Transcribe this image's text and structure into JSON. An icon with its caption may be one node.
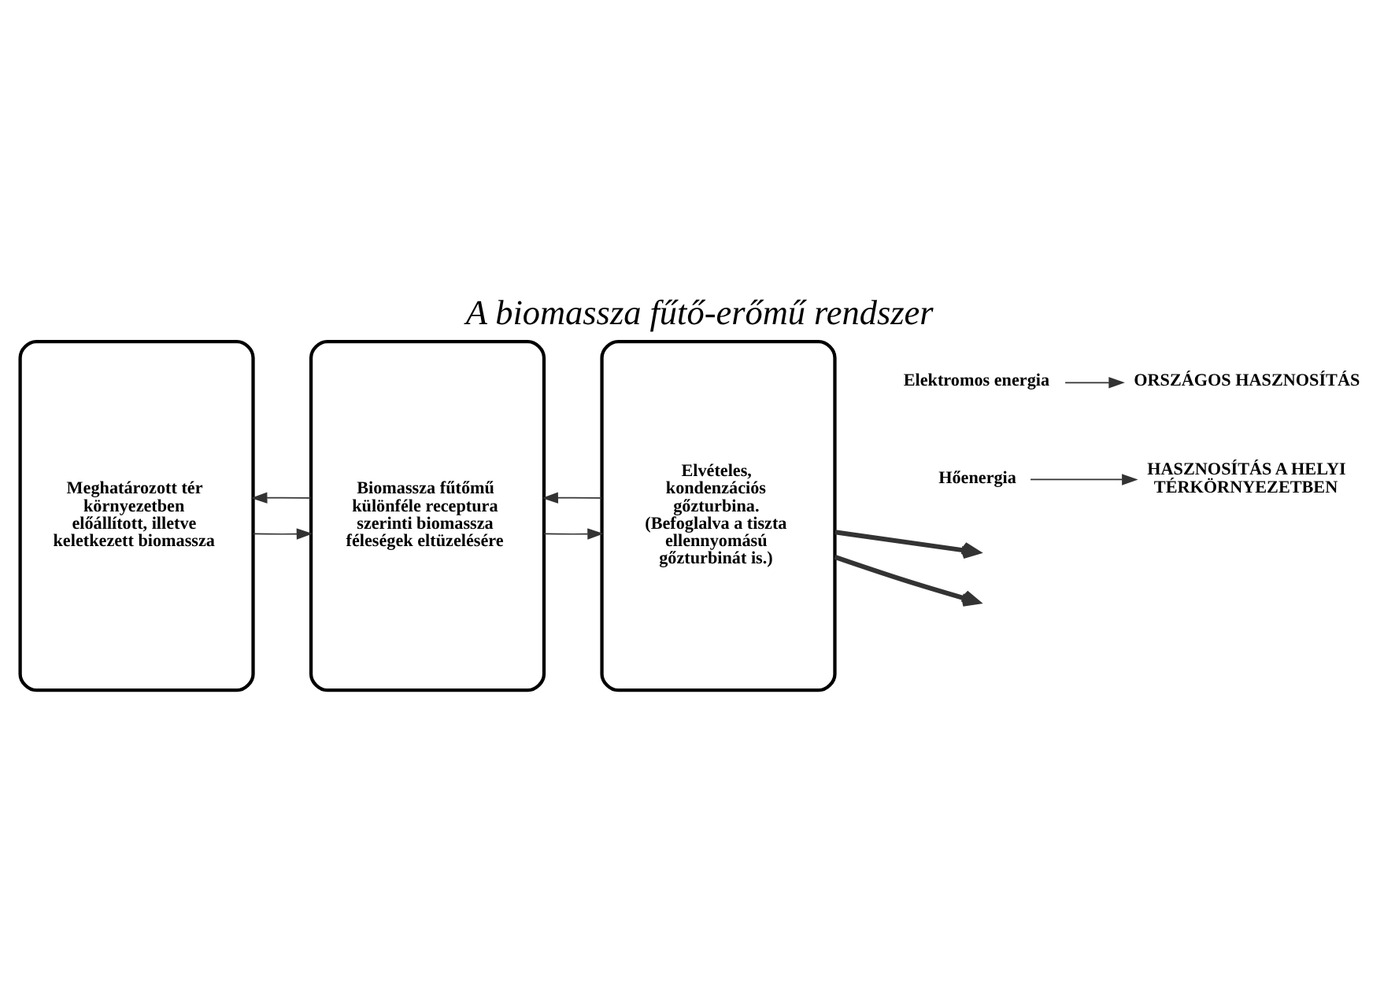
{
  "diagram": {
    "title": "A biomassza fűtő-erőmű rendszer",
    "nodes": [
      {
        "text": [
          "Meghatározott tér környezetben előállított, illetve keletkezett biomassza"
        ]
      },
      {
        "text": [
          "Biomassza fűtőmű különféle receptura szerinti biomassza féleségek eltüzelésére"
        ]
      },
      {
        "text": [
          "Elvételes, kondenzációs gőzturbina. (Befoglalva a tiszta ellennyomású gőzturbinát is.)"
        ]
      },
      {
        "text": [
          "Elektromos energia"
        ]
      },
      {
        "text": [
          "Hőenergia"
        ]
      },
      {
        "text": [
          "ORSZÁGOS HASZNOSÍTÁS"
        ]
      },
      {
        "text": [
          "HASZNOSÍTÁS A HELYI TÉRKÖRNYEZETBEN"
        ]
      }
    ],
    "edges": [
      {
        "from": 1,
        "to": 0,
        "arrow": "to"
      },
      {
        "from": 0,
        "to": 1,
        "arrow": "to"
      },
      {
        "from": 2,
        "to": 1,
        "arrow": "to"
      },
      {
        "from": 1,
        "to": 2,
        "arrow": "to"
      },
      {
        "from": 2,
        "to": null,
        "arrow": "to",
        "style": "thick"
      },
      {
        "from": 2,
        "to": null,
        "arrow": "to",
        "style": "thick"
      },
      {
        "from": 3,
        "to": 5,
        "arrow": "to"
      },
      {
        "from": 4,
        "to": 6,
        "arrow": "to"
      }
    ]
  }
}
